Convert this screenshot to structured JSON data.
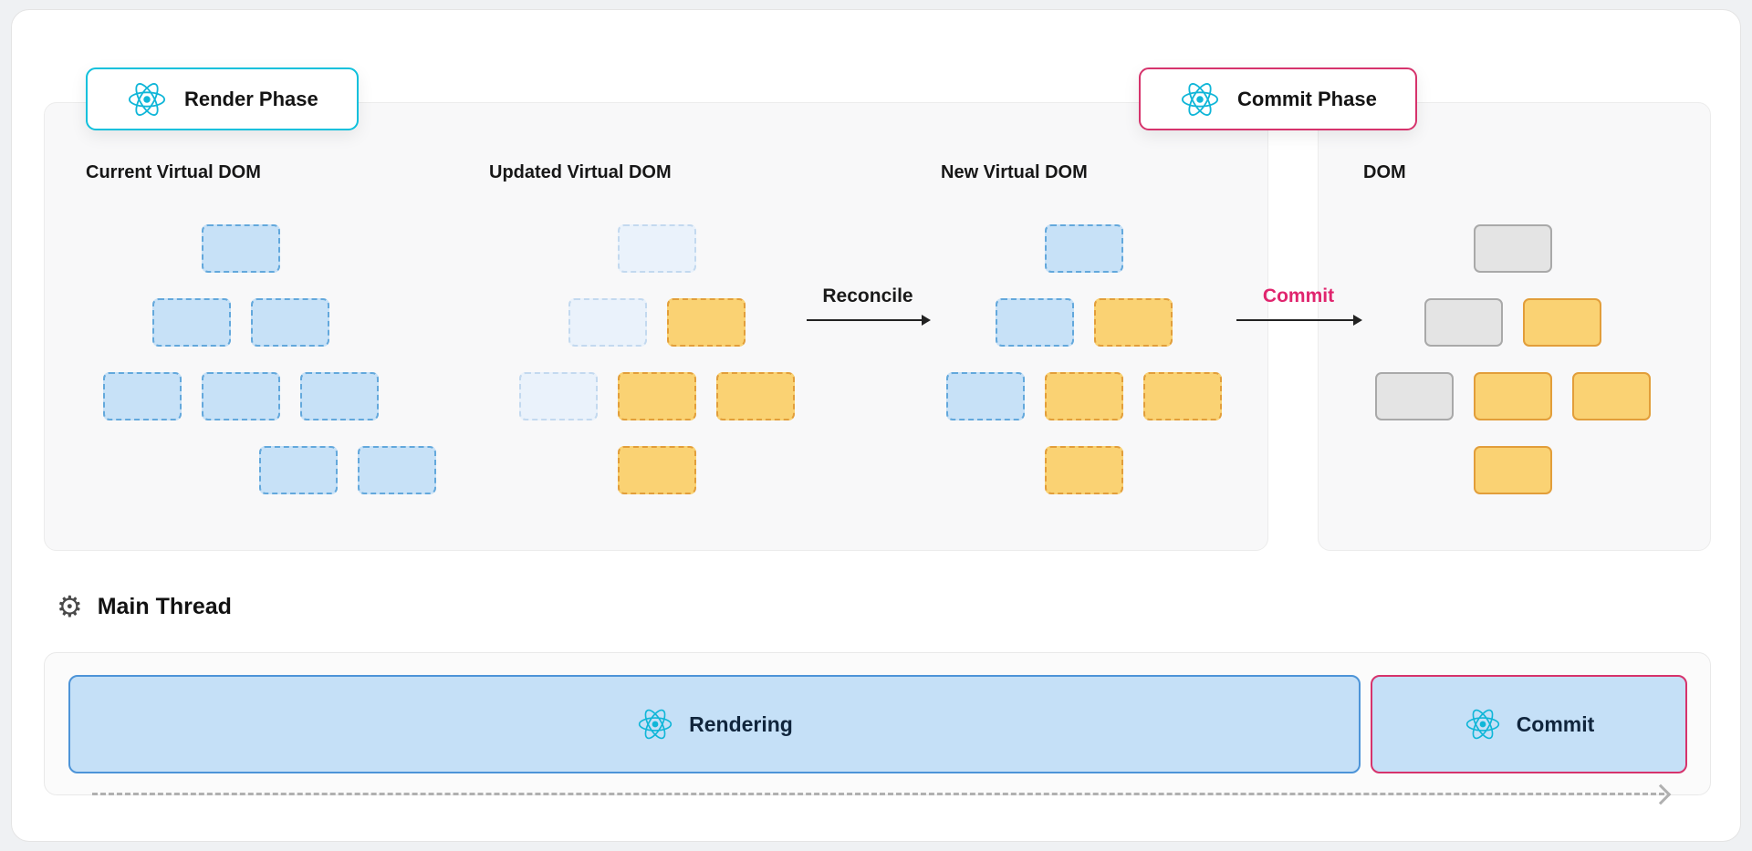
{
  "badges": {
    "render_phase": {
      "label": "Render Phase",
      "border_color": "#0EC0DC"
    },
    "commit_phase": {
      "label": "Commit Phase",
      "border_color": "#D6336C"
    }
  },
  "diagram": {
    "trees": [
      {
        "title": "Current Virtual DOM",
        "rows": [
          [
            "blue"
          ],
          [
            "blue",
            "blue"
          ],
          [
            "blue",
            "blue",
            "blue"
          ],
          [
            "blue",
            "blue"
          ]
        ]
      },
      {
        "title": "Updated Virtual DOM",
        "rows": [
          [
            "faded"
          ],
          [
            "faded",
            "orange"
          ],
          [
            "faded",
            "orange",
            "orange"
          ],
          [
            "orange"
          ]
        ]
      },
      {
        "title": "New Virtual DOM",
        "rows": [
          [
            "blue"
          ],
          [
            "blue",
            "orange"
          ],
          [
            "blue",
            "orange",
            "orange"
          ],
          [
            "orange"
          ]
        ]
      },
      {
        "title": "DOM",
        "rows": [
          [
            "gray"
          ],
          [
            "gray",
            "orange-solid"
          ],
          [
            "gray",
            "orange-solid",
            "orange-solid"
          ],
          [
            "orange-solid"
          ]
        ]
      }
    ],
    "arrows": {
      "reconcile": {
        "label": "Reconcile",
        "color": "#1A1A1A"
      },
      "commit": {
        "label": "Commit",
        "color": "#E0256E"
      }
    },
    "node_colors": {
      "blue_fill": "#C7E1F7",
      "blue_border": "#63A8DC",
      "faded_fill": "#EAF2FB",
      "faded_border": "#C3D9EF",
      "orange_fill": "#FAD273",
      "orange_border": "#E29E3A",
      "gray_fill": "#E4E4E4",
      "gray_border": "#A9A9A9"
    }
  },
  "main_thread": {
    "label": "Main Thread"
  },
  "timeline": {
    "rendering": {
      "label": "Rendering",
      "fill": "#C5E0F7",
      "border_color": "#4D94D8"
    },
    "commit": {
      "label": "Commit",
      "fill": "#C5E0F7",
      "border_color": "#D6336C"
    }
  },
  "react_logo_color": "#10B6D8"
}
